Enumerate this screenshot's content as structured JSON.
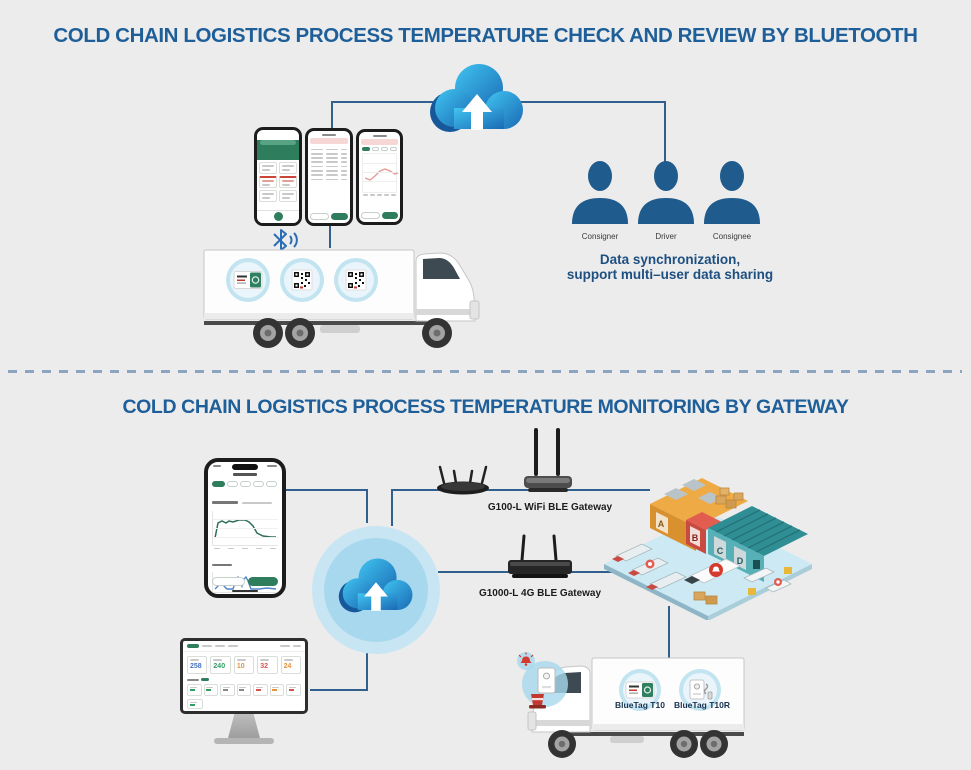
{
  "top": {
    "title": "COLD CHAIN LOGISTICS PROCESS TEMPERATURE CHECK AND REVIEW BY BLUETOOTH",
    "users": [
      {
        "label": "Consigner"
      },
      {
        "label": "Driver"
      },
      {
        "label": "Consignee"
      }
    ],
    "note1": "Data synchronization,",
    "note2": "support multi–user data sharing"
  },
  "bottom": {
    "title": "COLD CHAIN LOGISTICS PROCESS TEMPERATURE MONITORING BY GATEWAY",
    "gateway_wifi_label": "G100-L WiFi BLE Gateway",
    "gateway_4g_label": "G1000-L 4G BLE Gateway",
    "truck_tags": [
      {
        "label": "BlueTag T10"
      },
      {
        "label": "BlueTag T10R"
      }
    ]
  },
  "warehouse": {
    "docks": [
      "A",
      "B",
      "C",
      "D"
    ]
  },
  "monitor": {
    "stats": [
      {
        "value": "258",
        "color": "#4472c4"
      },
      {
        "value": "240",
        "color": "#2e9e62"
      },
      {
        "value": "10",
        "color": "#e8903a"
      },
      {
        "value": "32",
        "color": "#d9534f"
      },
      {
        "value": "24",
        "color": "#e8903a"
      }
    ]
  },
  "icons": {
    "cloud_upload": "cloud-upload-icon",
    "bluetooth": "bluetooth-icon",
    "user_silhouette": "user-icon",
    "qr_code": "qr-code-icon",
    "bluetag_card": "bluetag-card-icon",
    "alarm_bell": "alarm-bell-icon",
    "router": "ble-gateway-router-icon"
  },
  "colors": {
    "background": "#ececec",
    "title_blue": "#1f5f99",
    "line_blue": "#31608f",
    "user_blue": "#1f5b8c",
    "cloud_light": "#3ec6f0",
    "cloud_dark": "#1a6ab5",
    "halo_outer": "#c8e5f3",
    "halo_inner": "#a8d8ed",
    "app_green": "#2e7d5c",
    "alert_red": "#c8453a",
    "badge_circle": "#c2e4f0"
  }
}
